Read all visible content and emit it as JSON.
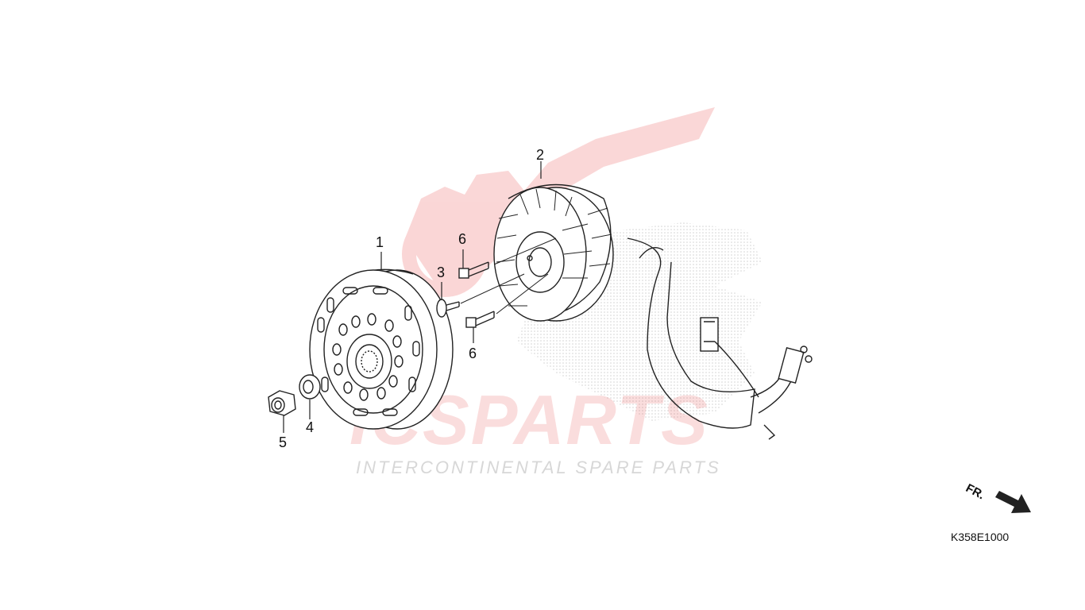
{
  "watermark": {
    "brand": "ICSPARTS",
    "tagline": "INTERCONTINENTAL SPARE PARTS",
    "accent_color": "#e94a4a"
  },
  "callouts": {
    "flywheel": "1",
    "stator": "2",
    "washer": "3",
    "spacer_washer": "4",
    "nut": "5",
    "bolt_top": "6",
    "bolt_bottom": "6"
  },
  "direction_marker": {
    "label": "FR."
  },
  "diagram_code": "K358E1000"
}
